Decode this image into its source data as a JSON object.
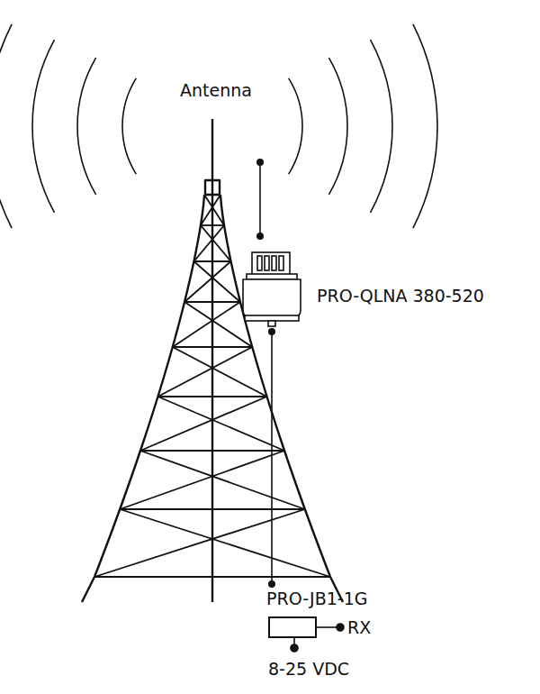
{
  "diagram": {
    "nodes": [
      {
        "text": [
          "Antenna"
        ]
      },
      {
        "text": [
          "PRO-QLNA 380-520"
        ]
      },
      {
        "text": [
          "PRO-JB1-1G"
        ]
      }
    ],
    "edges": [
      {
        "from": 0,
        "to": 1,
        "arrow": "none"
      },
      {
        "from": 1,
        "to": 2,
        "arrow": "none"
      }
    ],
    "labels": [
      "RX",
      "8-25 VDC"
    ]
  }
}
